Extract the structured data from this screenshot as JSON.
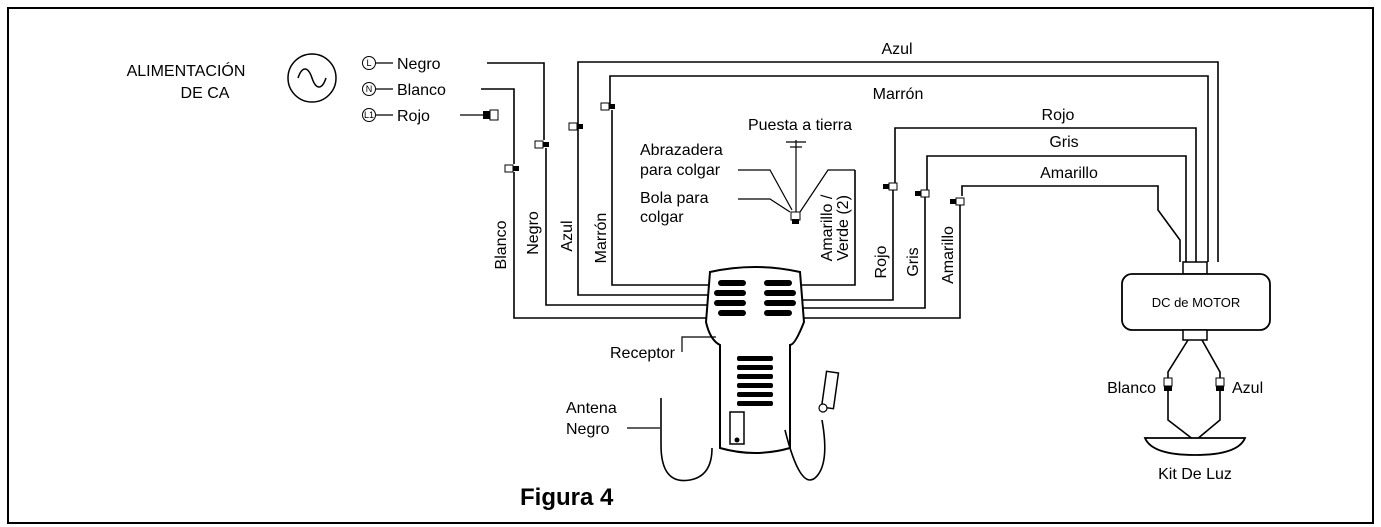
{
  "figure_caption": "Figura 4",
  "power_source": {
    "line1": "ALIMENTACIÓN",
    "line2": "DE CA"
  },
  "terminals": [
    {
      "symbol": "L",
      "label": "Negro"
    },
    {
      "symbol": "N",
      "label": "Blanco"
    },
    {
      "symbol": "L1",
      "label": "Rojo"
    }
  ],
  "horizontal_wires": {
    "azul": "Azul",
    "marron": "Marrón",
    "rojo": "Rojo",
    "gris": "Gris",
    "amarillo": "Amarillo"
  },
  "vertical_wires": {
    "blanco": "Blanco",
    "negro": "Negro",
    "azul": "Azul",
    "marron": "Marrón",
    "amarillo_verde_1": "Amarillo /",
    "amarillo_verde_2": "Verde (2)",
    "rojo": "Rojo",
    "gris": "Gris",
    "amarillo": "Amarillo"
  },
  "ground": {
    "puesta_a_tierra": "Puesta a tierra",
    "abrazadera_1": "Abrazadera",
    "abrazadera_2": "para colgar",
    "bola_1": "Bola para",
    "bola_2": "colgar"
  },
  "receiver": {
    "label": "Receptor"
  },
  "antenna": {
    "line1": "Antena",
    "line2": "Negro"
  },
  "motor": {
    "label": "DC de MOTOR"
  },
  "light_kit": {
    "label": "Kit De Luz",
    "wire_left": "Blanco",
    "wire_right": "Azul"
  }
}
